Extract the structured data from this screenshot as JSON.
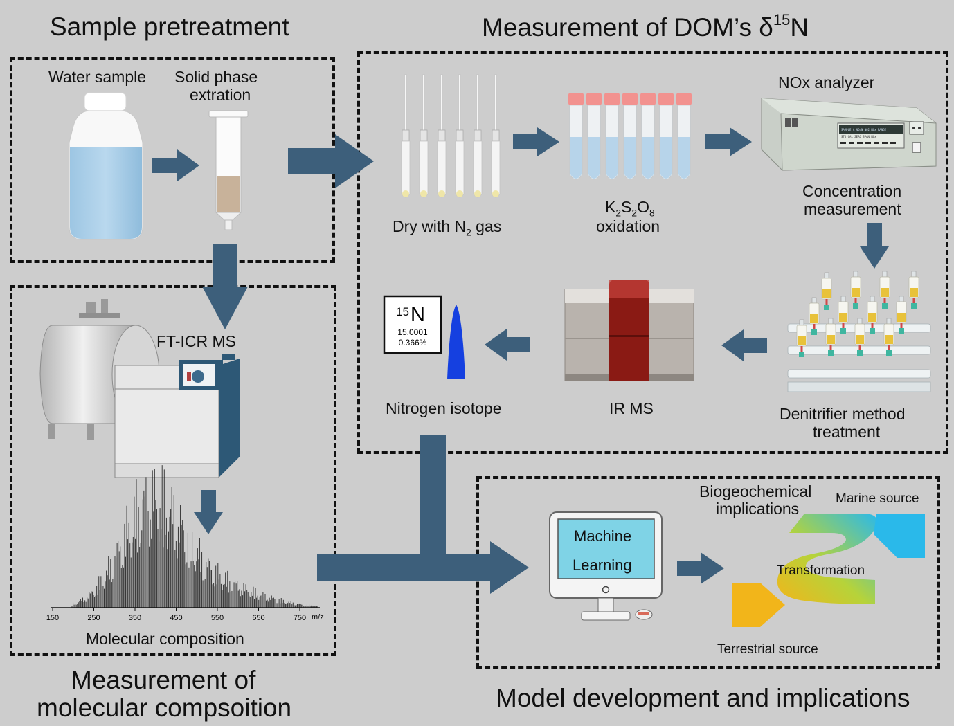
{
  "sections": {
    "pretreatment": "Sample pretreatment",
    "dom_n15_pre": "Measurement of DOM’s δ",
    "dom_n15_sup": "15",
    "dom_n15_post": "N",
    "molecular_line1": "Measurement of",
    "molecular_line2": "molecular compsoition",
    "model": "Model development and implications"
  },
  "labels": {
    "water_sample": "Water sample",
    "spe_line1": "Solid phase",
    "spe_line2": "extration",
    "dry_pre": "Dry with N",
    "dry_sub": "2",
    "dry_post": " gas",
    "k2s2o8": [
      "K",
      "2",
      "S",
      "2",
      "O",
      "8"
    ],
    "oxidation": "oxidation",
    "nox_analyzer": "NOx analyzer",
    "conc_line1": "Concentration",
    "conc_line2": "measurement",
    "denit_line1": "Denitrifier method",
    "denit_line2": "treatment",
    "irms": "IR MS",
    "nitrogen_isotope": "Nitrogen isotope",
    "fticr": "FT-ICR MS",
    "molecular_composition": "Molecular composition",
    "biogeo_line1": "Biogeochemical",
    "biogeo_line2": "implications",
    "marine": "Marine source",
    "transformation": "Transformation",
    "terrestrial": "Terrestrial source",
    "ml_line1": "Machine",
    "ml_line2": "Learning"
  },
  "element_card": {
    "mass_sup": "15",
    "symbol": "N",
    "mass": "15.0001",
    "abundance": "0.366%"
  },
  "spectrum": {
    "ticks": [
      "150",
      "250",
      "350",
      "450",
      "550",
      "650",
      "750"
    ],
    "unit": "m/z"
  },
  "nox_display": {
    "line1": "SAMPLE  A    NO=N  NO2 NOx RANGE",
    "line2": "STD  CAL ZERO SPAN  NOx"
  },
  "colors": {
    "arrow": "#3d5f7b",
    "background": "#cdcdcd",
    "irms_core": "#8a1a14",
    "isotope_peak": "#1540e0",
    "ml_screen": "#7fd3e6",
    "cycle_marine": "#2ab9ea",
    "cycle_terrestrial": "#f2b51a"
  }
}
